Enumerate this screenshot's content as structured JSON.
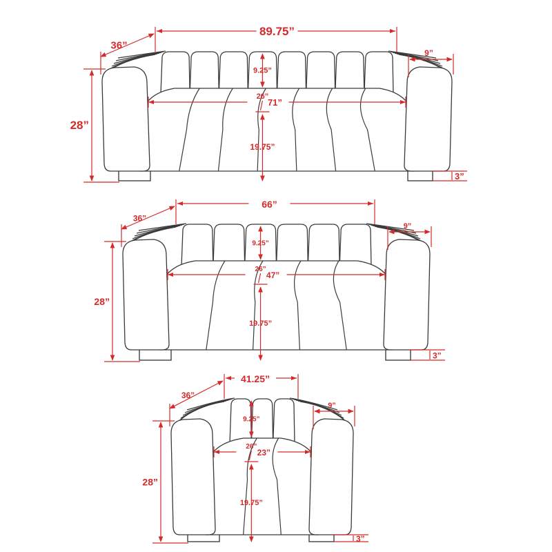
{
  "colors": {
    "dimension": "#d42a2a",
    "outline": "#3a3a3a",
    "background": "#ffffff"
  },
  "products": [
    {
      "name": "sofa",
      "depth": "36”",
      "width": "89.75”",
      "arm_width": "9”",
      "back_height": "9.25”",
      "seat_depth": "26”",
      "seat_width": "71”",
      "seat_height": "19.75”",
      "height": "28”",
      "leg_height": "3”"
    },
    {
      "name": "loveseat",
      "depth": "36”",
      "width": "66”",
      "arm_width": "9”",
      "back_height": "9.25”",
      "seat_depth": "26”",
      "seat_width": "47”",
      "seat_height": "19.75”",
      "height": "28”",
      "leg_height": "3”"
    },
    {
      "name": "chair",
      "depth": "36”",
      "width": "41.25”",
      "arm_width": "9”",
      "back_height": "9.25”",
      "seat_depth": "26”",
      "seat_width": "23”",
      "seat_height": "19.75”",
      "height": "28”",
      "leg_height": "3”"
    }
  ]
}
